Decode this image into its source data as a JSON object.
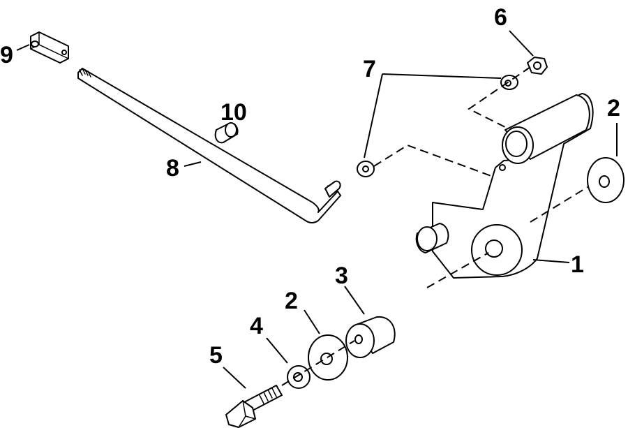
{
  "callouts": [
    {
      "id": "c1",
      "label": "1"
    },
    {
      "id": "c2a",
      "label": "2"
    },
    {
      "id": "c2b",
      "label": "2"
    },
    {
      "id": "c3",
      "label": "3"
    },
    {
      "id": "c4",
      "label": "4"
    },
    {
      "id": "c5",
      "label": "5"
    },
    {
      "id": "c6",
      "label": "6"
    },
    {
      "id": "c7",
      "label": "7"
    },
    {
      "id": "c8",
      "label": "8"
    },
    {
      "id": "c9",
      "label": "9"
    },
    {
      "id": "c10",
      "label": "10"
    }
  ]
}
